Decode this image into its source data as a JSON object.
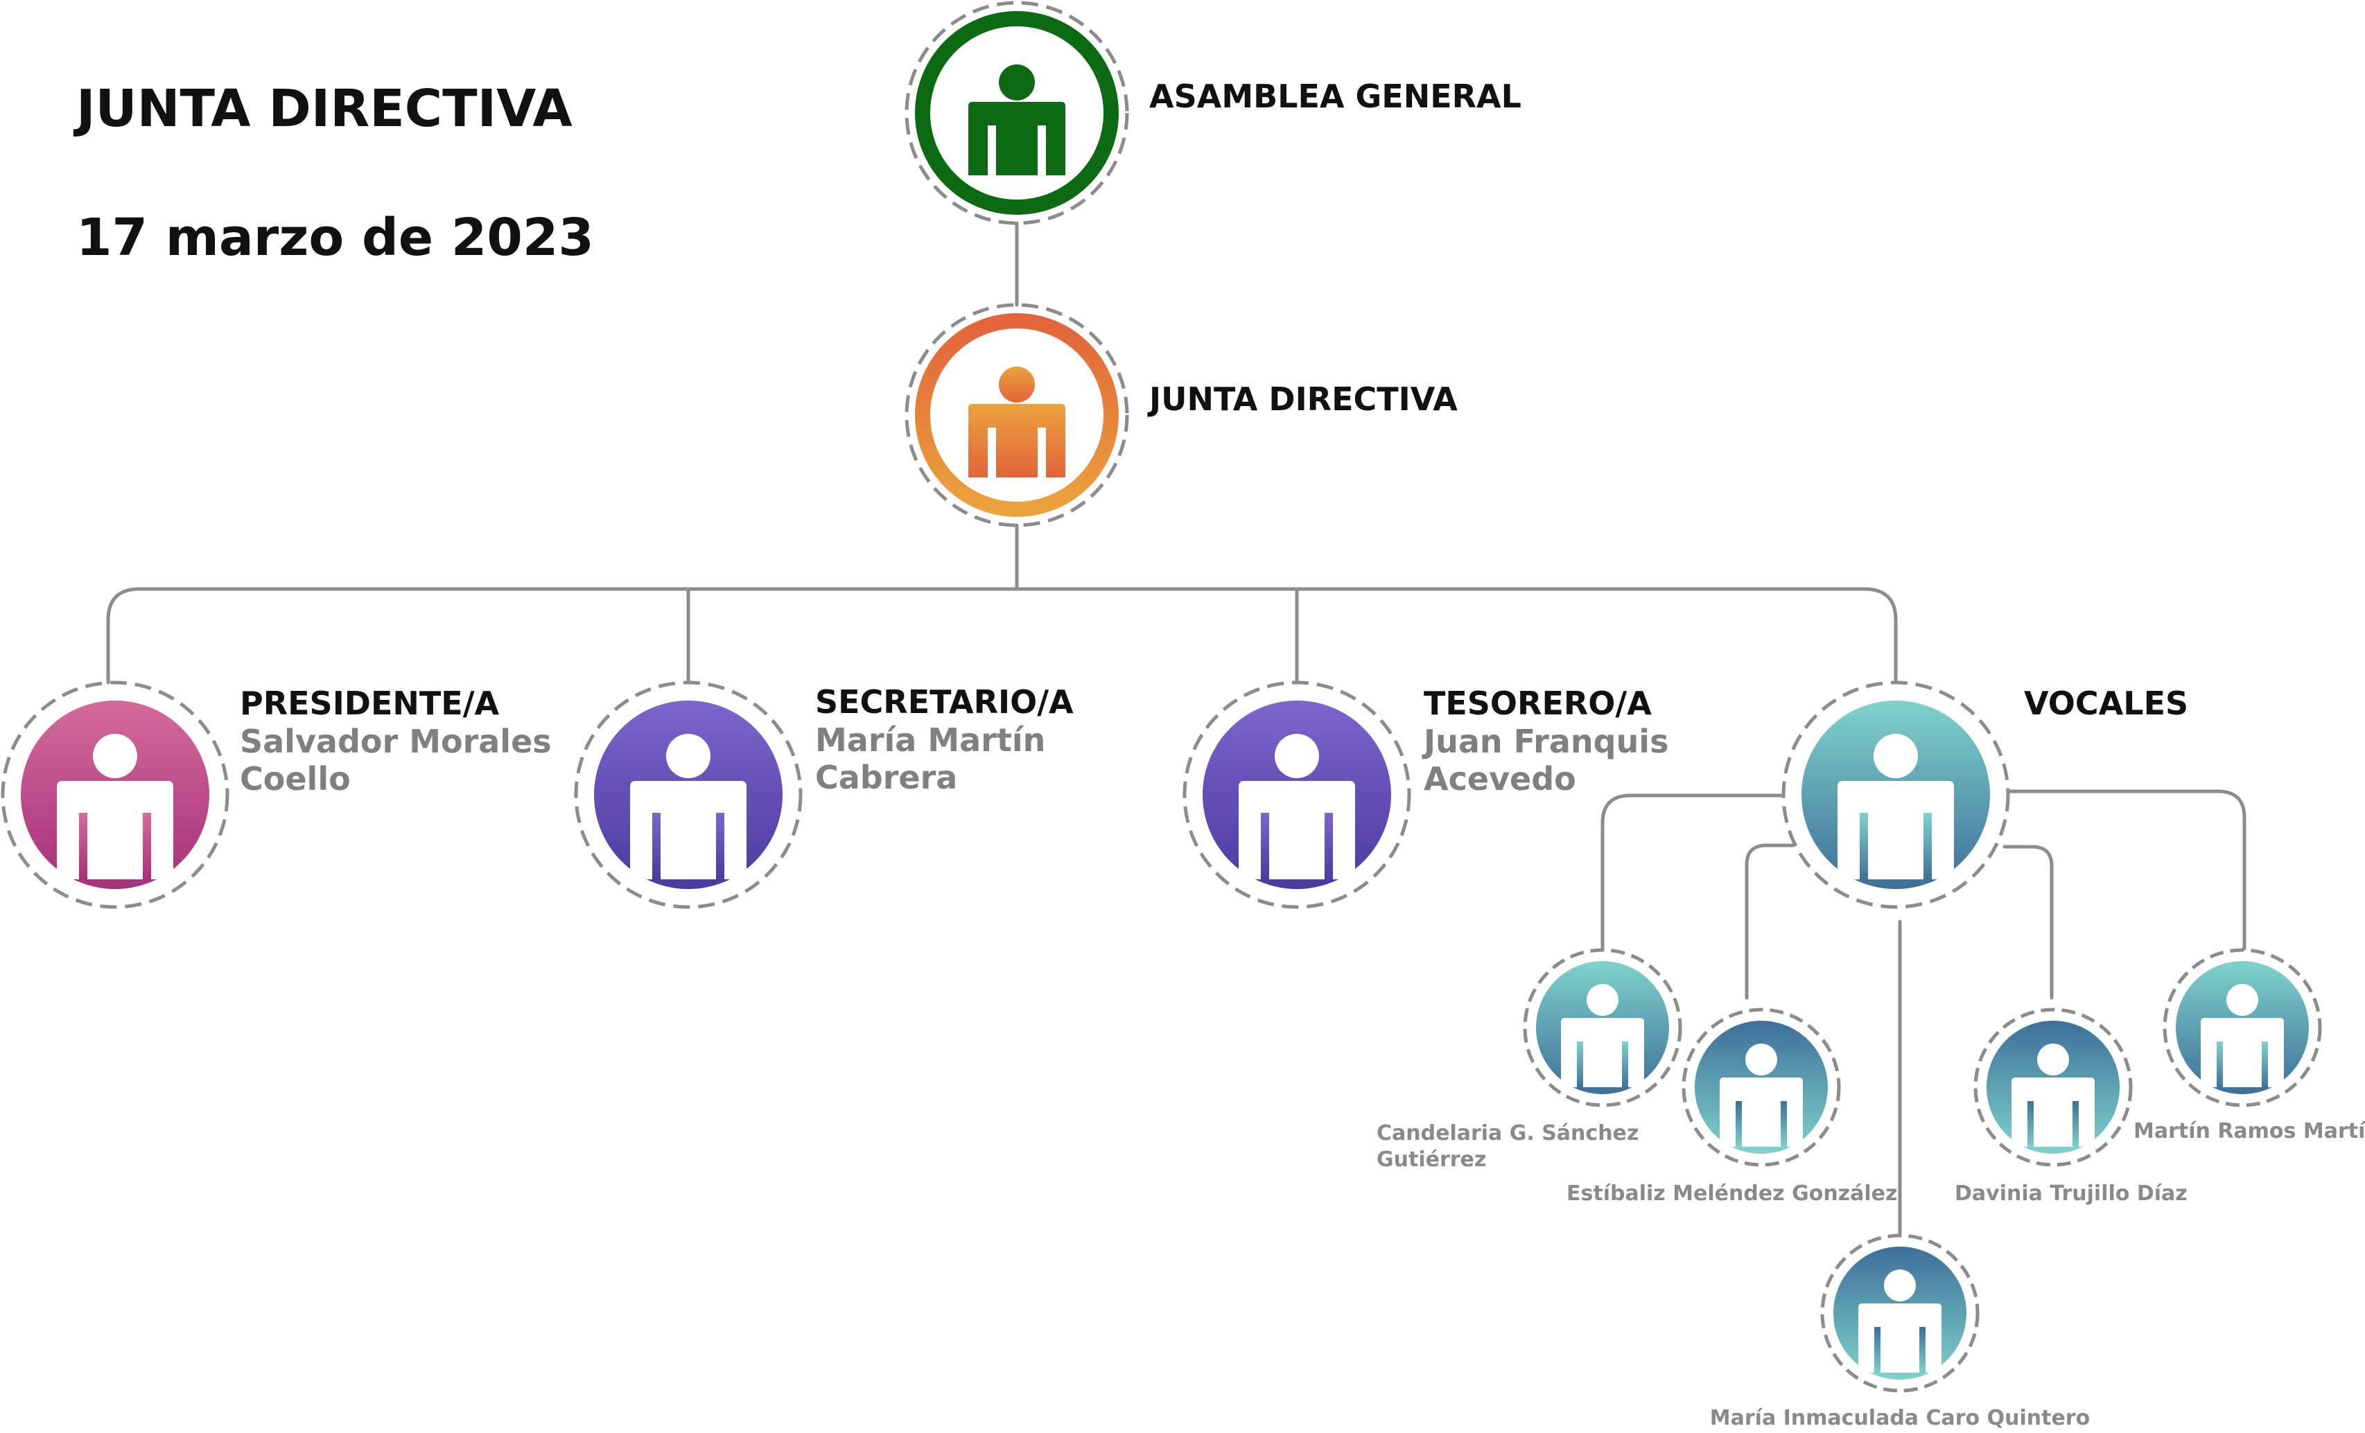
{
  "header": {
    "title": "JUNTA DIRECTIVA",
    "date": "17 marzo de 2023"
  },
  "colors": {
    "connector": "#8c8c8c",
    "dashed_ring": "#8c8c8c",
    "green": "#0c6b12",
    "orange_top": "#e2643a",
    "orange_bottom": "#eba33c",
    "pink_top": "#d36b9a",
    "pink_bottom": "#a6307a",
    "purple_top": "#7b66cc",
    "purple_bottom": "#4a3aa0",
    "teal_light": "#7fd3ca",
    "teal_dark": "#3e6f9a"
  },
  "nodes": {
    "asamblea": {
      "label": "ASAMBLEA GENERAL",
      "icon": "person-icon"
    },
    "junta": {
      "label": "JUNTA DIRECTIVA",
      "icon": "person-icon"
    },
    "presidente": {
      "role": "PRESIDENTE/A",
      "name_line1": "Salvador Morales",
      "name_line2": "Coello"
    },
    "secretario": {
      "role": "SECRETARIO/A",
      "name_line1": "María Martín",
      "name_line2": "Cabrera"
    },
    "tesorero": {
      "role": "TESORERO/A",
      "name_line1": "Juan Franquis",
      "name_line2": "Acevedo"
    },
    "vocales": {
      "role": "VOCALES"
    }
  },
  "vocales": [
    {
      "name_line1": "Candelaria G. Sánchez",
      "name_line2": "Gutiérrez"
    },
    {
      "name_line1": "Estíbaliz Meléndez González"
    },
    {
      "name_line1": "María Inmaculada Caro Quintero"
    },
    {
      "name_line1": "Davinia Trujillo Díaz"
    },
    {
      "name_line1": "Martín Ramos Martín"
    }
  ]
}
